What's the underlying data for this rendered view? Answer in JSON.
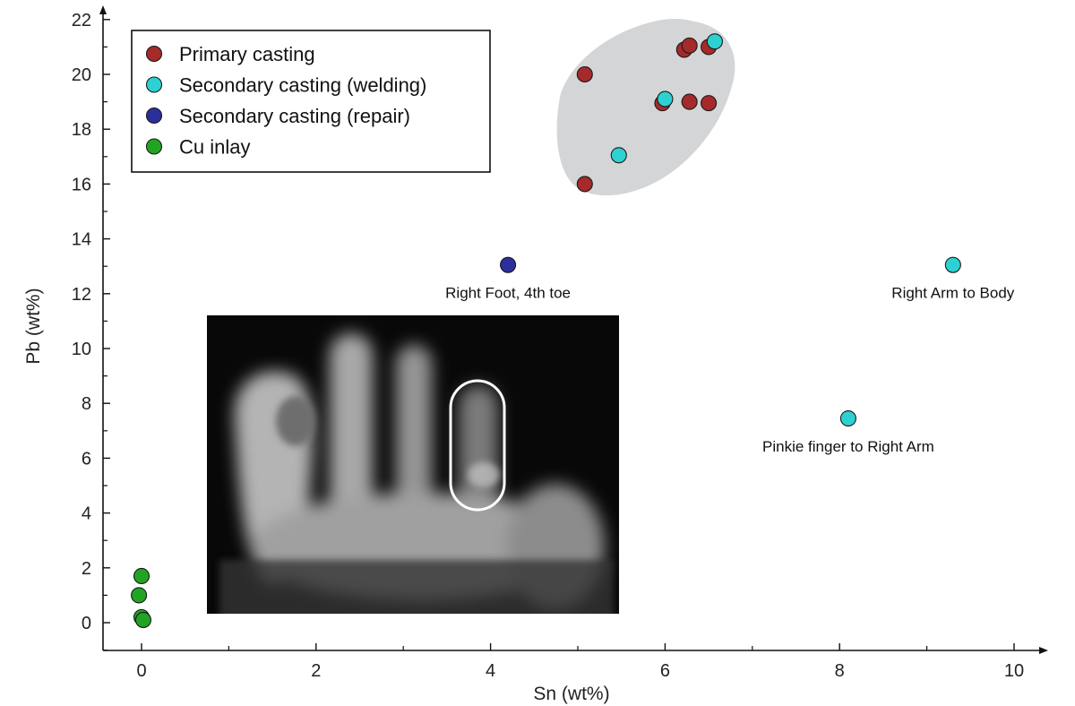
{
  "chart_data": {
    "type": "scatter",
    "title": "",
    "xlabel": "Sn (wt%)",
    "ylabel": "Pb (wt%)",
    "xlim": [
      -0.4,
      10.4
    ],
    "ylim": [
      -1,
      22.5
    ],
    "xticks": [
      0,
      2,
      4,
      6,
      8,
      10
    ],
    "yticks": [
      0,
      2,
      4,
      6,
      8,
      10,
      12,
      14,
      16,
      18,
      20,
      22
    ],
    "grid": false,
    "legend_position": "top-left",
    "series": [
      {
        "name": "Primary casting",
        "color": "#a52a2a",
        "points": [
          {
            "x": 5.08,
            "y": 20.0
          },
          {
            "x": 5.08,
            "y": 16.0
          },
          {
            "x": 6.22,
            "y": 20.9
          },
          {
            "x": 6.28,
            "y": 21.05
          },
          {
            "x": 6.5,
            "y": 21.0
          },
          {
            "x": 5.97,
            "y": 18.95
          },
          {
            "x": 6.28,
            "y": 19.0
          },
          {
            "x": 6.5,
            "y": 18.95
          }
        ]
      },
      {
        "name": "Secondary casting (welding)",
        "color": "#2ed1d1",
        "points": [
          {
            "x": 6.57,
            "y": 21.2
          },
          {
            "x": 6.0,
            "y": 19.1
          },
          {
            "x": 5.47,
            "y": 17.05
          },
          {
            "x": 9.3,
            "y": 13.05
          },
          {
            "x": 8.1,
            "y": 7.45
          }
        ]
      },
      {
        "name": "Secondary casting (repair)",
        "color": "#2b2f9b",
        "points": [
          {
            "x": 4.2,
            "y": 13.05
          }
        ]
      },
      {
        "name": "Cu inlay",
        "color": "#23a323",
        "points": [
          {
            "x": 0.0,
            "y": 1.7
          },
          {
            "x": -0.03,
            "y": 1.0
          },
          {
            "x": 0.0,
            "y": 0.2
          },
          {
            "x": 0.02,
            "y": 0.1
          }
        ]
      }
    ],
    "annotations": [
      {
        "text": "Right Foot, 4th toe",
        "x": 4.2,
        "y": 13.05
      },
      {
        "text": "Right Arm to Body",
        "x": 9.3,
        "y": 13.05
      },
      {
        "text": "Pinkie finger to Right Arm",
        "x": 8.1,
        "y": 7.45
      }
    ],
    "highlight_region_color": "#d4d5d7",
    "inset_image": "x-ray-of-hand"
  }
}
